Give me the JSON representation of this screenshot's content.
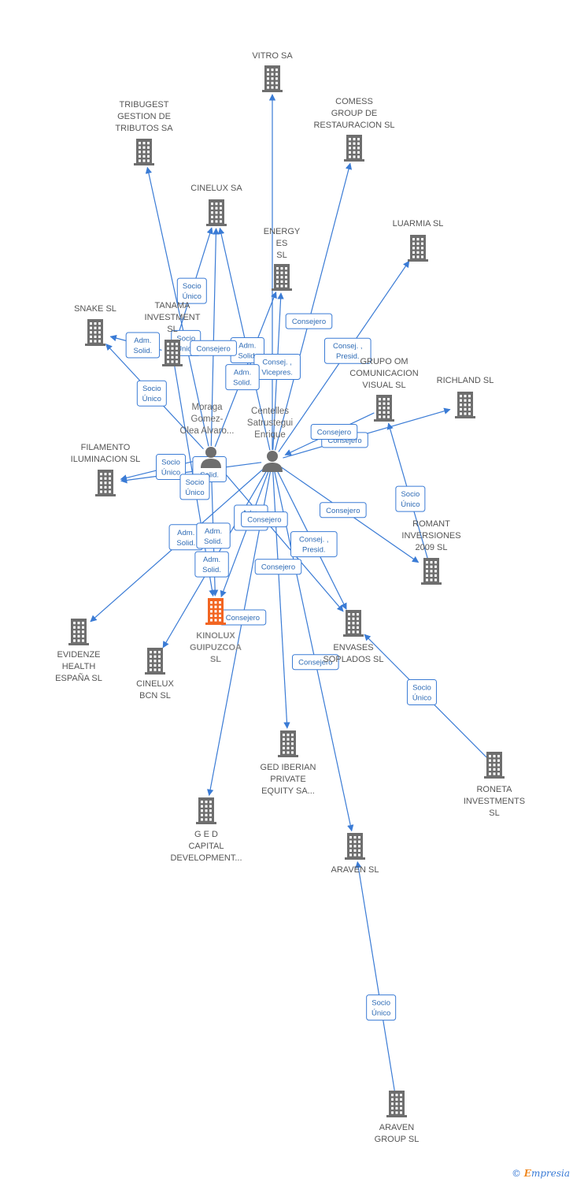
{
  "colors": {
    "edge": "#3a7bd5",
    "building": "#6e6e6e",
    "focus": "#f26522",
    "person": "#6e6e6e"
  },
  "nodes": [
    {
      "id": "vitro",
      "type": "company",
      "label": [
        "VITRO SA"
      ]
    },
    {
      "id": "tribugest",
      "type": "company",
      "label": [
        "TRIBUGEST",
        "GESTION DE",
        "TRIBUTOS SA"
      ]
    },
    {
      "id": "comess",
      "type": "company",
      "label": [
        "COMESS",
        "GROUP DE",
        "RESTAURACION SL"
      ]
    },
    {
      "id": "cinelux_sa",
      "type": "company",
      "label": [
        "CINELUX SA"
      ]
    },
    {
      "id": "energy",
      "type": "company",
      "label": [
        "ENERGY",
        "ES",
        "SL"
      ]
    },
    {
      "id": "luarmia",
      "type": "company",
      "label": [
        "LUARMIA SL"
      ]
    },
    {
      "id": "snake",
      "type": "company",
      "label": [
        "SNAKE SL"
      ]
    },
    {
      "id": "tanama",
      "type": "company",
      "label": [
        "TANAMA",
        "INVESTMENT",
        "SL"
      ]
    },
    {
      "id": "grupo_om",
      "type": "company",
      "label": [
        "GRUPO OM",
        "COMUNICACION",
        "VISUAL  SL"
      ]
    },
    {
      "id": "richland",
      "type": "company",
      "label": [
        "RICHLAND SL"
      ]
    },
    {
      "id": "filamento",
      "type": "company",
      "label": [
        "FILAMENTO",
        "ILUMINACION SL"
      ]
    },
    {
      "id": "romant",
      "type": "company",
      "label": [
        "ROMANT",
        "INVERSIONES",
        "2009 SL"
      ]
    },
    {
      "id": "kinolux",
      "type": "focus",
      "label": [
        "KINOLUX",
        "GUIPUZCOA",
        "SL"
      ]
    },
    {
      "id": "envases",
      "type": "company",
      "label": [
        "ENVASES",
        "SOPLADOS SL"
      ]
    },
    {
      "id": "evidenze",
      "type": "company",
      "label": [
        "EVIDENZE",
        "HEALTH",
        "ESPAÑA  SL"
      ]
    },
    {
      "id": "cinelux_bcn",
      "type": "company",
      "label": [
        "CINELUX",
        "BCN SL"
      ]
    },
    {
      "id": "roneta",
      "type": "company",
      "label": [
        "RONETA",
        "INVESTMENTS",
        "SL"
      ]
    },
    {
      "id": "ged_iberian",
      "type": "company",
      "label": [
        "GED IBERIAN",
        "PRIVATE",
        "EQUITY SA..."
      ]
    },
    {
      "id": "ged_capital",
      "type": "company",
      "label": [
        "G E D",
        "CAPITAL",
        "DEVELOPMENT..."
      ]
    },
    {
      "id": "araven",
      "type": "company",
      "label": [
        "ARAVEN SL"
      ]
    },
    {
      "id": "araven_group",
      "type": "company",
      "label": [
        "ARAVEN",
        "GROUP  SL"
      ]
    },
    {
      "id": "moraga",
      "type": "person",
      "label": [
        "Moraga",
        "Gomez-",
        "Olea Alvaro..."
      ]
    },
    {
      "id": "centelles",
      "type": "person",
      "label": [
        "Centelles",
        "Satrustegui",
        "Enrique"
      ]
    }
  ],
  "edges": [
    {
      "from": "centelles",
      "to": "vitro",
      "label": []
    },
    {
      "from": "centelles",
      "to": "comess",
      "label": [
        "Consejero"
      ]
    },
    {
      "from": "centelles",
      "to": "luarmia",
      "label": [
        "Consej. ,",
        "Presid."
      ]
    },
    {
      "from": "centelles",
      "to": "richland",
      "label": [
        "Consejero"
      ]
    },
    {
      "from": "centelles",
      "to": "romant",
      "label": [
        "Consejero"
      ]
    },
    {
      "from": "centelles",
      "to": "envases",
      "label": [
        "Consej. ,",
        "Presid."
      ]
    },
    {
      "from": "centelles",
      "to": "ged_iberian",
      "label": [
        "Consejero"
      ]
    },
    {
      "from": "centelles",
      "to": "ged_capital",
      "label": [
        "Consejero"
      ]
    },
    {
      "from": "centelles",
      "to": "araven",
      "label": [
        "Consejero"
      ]
    },
    {
      "from": "centelles",
      "to": "kinolux",
      "label": [
        "Adm.",
        "Solid."
      ]
    },
    {
      "from": "centelles",
      "to": "evidenze",
      "label": [
        "Adm.",
        "Solid."
      ]
    },
    {
      "from": "centelles",
      "to": "cinelux_bcn",
      "label": [
        "Adm.",
        "Solid."
      ]
    },
    {
      "from": "centelles",
      "to": "filamento",
      "label": [
        "Adm.",
        "Solid."
      ]
    },
    {
      "from": "centelles",
      "to": "cinelux_sa",
      "label": [
        "Adm.",
        "Solid."
      ]
    },
    {
      "from": "centelles",
      "to": "energy",
      "label": [
        "Consej. ,",
        "Vicepres."
      ]
    },
    {
      "from": "moraga",
      "to": "tribugest",
      "label": [
        "Socio",
        "Único"
      ]
    },
    {
      "from": "moraga",
      "to": "cinelux_sa",
      "label": [
        "Consejero"
      ]
    },
    {
      "from": "moraga",
      "to": "snake",
      "label": [
        "Socio",
        "Único"
      ]
    },
    {
      "from": "moraga",
      "to": "filamento",
      "label": [
        "Socio",
        "Único"
      ]
    },
    {
      "from": "moraga",
      "to": "energy",
      "label": [
        "Adm.",
        "Solid."
      ]
    },
    {
      "from": "moraga",
      "to": "kinolux",
      "label": [
        "Adm.",
        "Solid."
      ]
    },
    {
      "from": "moraga",
      "to": "envases",
      "label": [
        "Consejero"
      ]
    },
    {
      "from": "tanama",
      "to": "cinelux_sa",
      "label": [
        "Socio",
        "Único"
      ]
    },
    {
      "from": "tanama",
      "to": "kinolux",
      "label": [
        "Socio",
        "Único"
      ]
    },
    {
      "from": "tanama",
      "to": "snake",
      "label": [
        "Adm.",
        "Solid."
      ]
    },
    {
      "from": "romant",
      "to": "grupo_om",
      "label": [
        "Socio",
        "Único"
      ]
    },
    {
      "from": "roneta",
      "to": "envases",
      "label": [
        "Socio",
        "Único"
      ]
    },
    {
      "from": "araven_group",
      "to": "araven",
      "label": [
        "Socio",
        "Único"
      ]
    },
    {
      "from": "grupo_om",
      "to": "centelles",
      "label": [
        "Consejero"
      ]
    }
  ],
  "footer": {
    "copyright": "©",
    "brand_first": "E",
    "brand_rest": "mpresia"
  }
}
